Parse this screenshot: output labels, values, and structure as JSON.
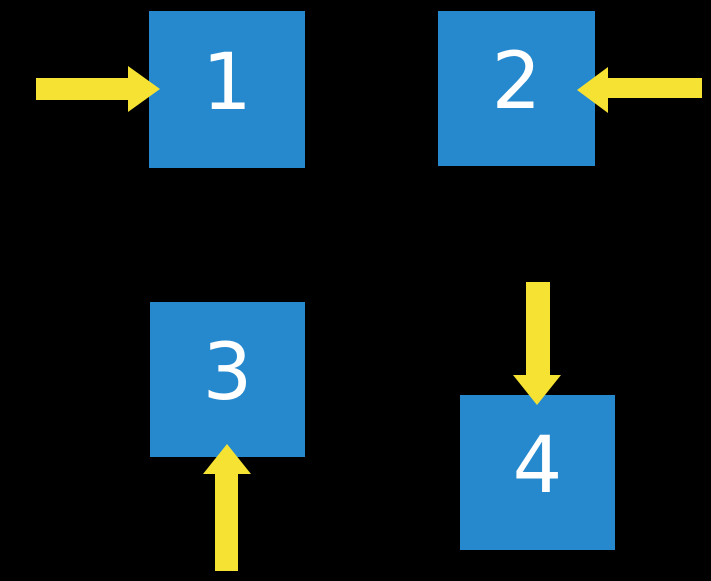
{
  "colors": {
    "background": "#000000",
    "square": "#2689CE",
    "arrow": "#F6E233",
    "label": "#FFFFFF"
  },
  "squares": [
    {
      "label": "1",
      "arrow_direction": "right",
      "arrow_enters_from": "left"
    },
    {
      "label": "2",
      "arrow_direction": "left",
      "arrow_enters_from": "right"
    },
    {
      "label": "3",
      "arrow_direction": "up",
      "arrow_enters_from": "bottom"
    },
    {
      "label": "4",
      "arrow_direction": "down",
      "arrow_enters_from": "top"
    }
  ]
}
